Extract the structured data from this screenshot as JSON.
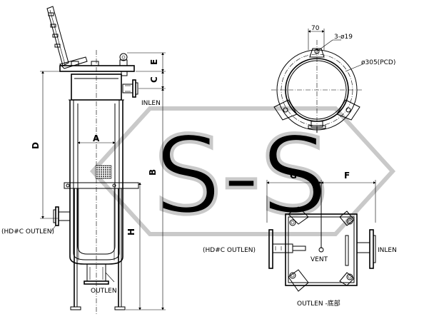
{
  "watermark": {
    "text": "S-S",
    "color": "#c9c9c9"
  },
  "side_view": {
    "labels": {
      "inlet": "INLEN",
      "outlet_side": "(HD#C OUTLEN)",
      "outlet_bottom": "OUTLEN"
    },
    "dimensions": {
      "A": "A",
      "B": "B",
      "C": "C",
      "D": "D",
      "E": "E",
      "H": "H"
    }
  },
  "top_view": {
    "dimensions": {
      "width": "70",
      "holes": "3-ø19",
      "pcd": "ø305(PCD)"
    }
  },
  "bottom_view": {
    "dimensions": {
      "G": "G",
      "F": "F"
    },
    "labels": {
      "outlet_side": "(HD#C OUTLEN)",
      "vent": "VENT",
      "inlet": "INLEN",
      "caption": "OUTLEN -底部"
    }
  },
  "colors": {
    "line": "#000000",
    "background": "#ffffff",
    "mesh": "#555555"
  }
}
